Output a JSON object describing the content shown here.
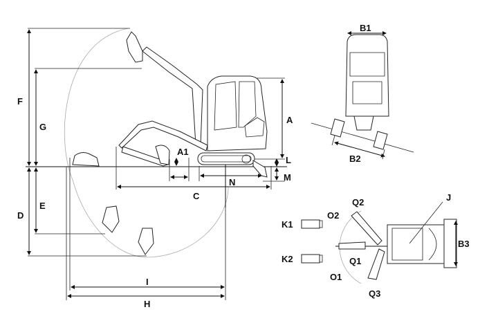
{
  "labels": {
    "A": "A",
    "A1": "A1",
    "B1": "B1",
    "B2": "B2",
    "B3": "B3",
    "C": "C",
    "D": "D",
    "E": "E",
    "F": "F",
    "G": "G",
    "H": "H",
    "I": "I",
    "J": "J",
    "K1": "K1",
    "K2": "K2",
    "L": "L",
    "M": "M",
    "N": "N",
    "O1": "O1",
    "O2": "O2",
    "Q1": "Q1",
    "Q2": "Q2",
    "Q3": "Q3"
  }
}
